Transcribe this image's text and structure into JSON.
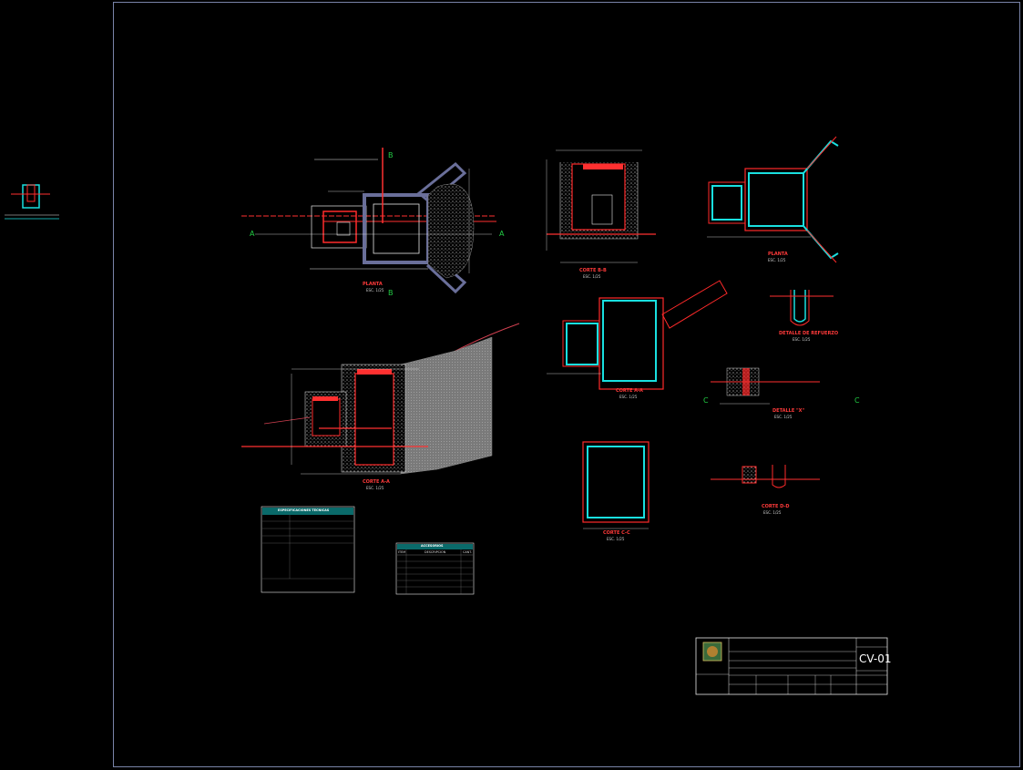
{
  "sheet": {
    "code": "CV-01"
  },
  "views": {
    "planta": {
      "title": "PLANTA",
      "scale": "ESC. 1/25"
    },
    "corte_bb": {
      "title": "CORTE B-B",
      "scale": "ESC. 1/25"
    },
    "planta_2": {
      "title": "PLANTA",
      "scale": "ESC. 1/25"
    },
    "corte_aa_small": {
      "title": "CORTE A-A",
      "scale": "ESC. 1/25"
    },
    "corte_aa": {
      "title": "CORTE A-A",
      "scale": "ESC. 1/25"
    },
    "corte_cc": {
      "title": "CORTE C-C",
      "scale": "ESC. 1/25"
    },
    "detalle_x": {
      "title": "DETALLE \"X\"",
      "scale": "ESC. 1/25"
    },
    "corte_dd": {
      "title": "CORTE D-D",
      "scale": "ESC. 1/25"
    },
    "detalle_refuerzo": {
      "title": "DETALLE DE REFUERZO",
      "scale": "ESC. 1/25"
    }
  },
  "section_marks": {
    "a_left": "A",
    "a_right": "A",
    "b_top": "B",
    "b_bottom": "B",
    "c_left": "C",
    "c_right": "C"
  },
  "specs_table": {
    "header": "ESPECIFICACIONES TECNICAS"
  },
  "accessories_table": {
    "header": "ACCESORIOS",
    "columns": [
      "ITEM",
      "DESCRIPCION",
      "CANT."
    ],
    "rows": 6
  },
  "colors": {
    "background": "#000000",
    "frame": "#7a84a8",
    "concrete": "#c8c8c8",
    "wall_outline": "#ff2a2a",
    "rebar": "#19e0e0",
    "pipe": "#ff3030",
    "dimension": "#e8e8e8",
    "section_mark": "#22cc44",
    "slope": "#d04050"
  }
}
